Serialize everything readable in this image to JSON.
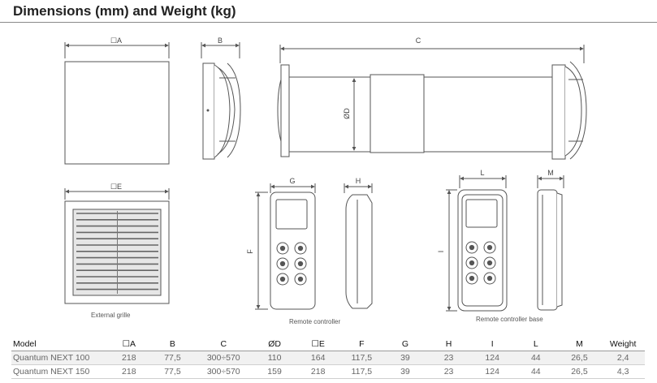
{
  "header": {
    "title": "Dimensions (mm) and Weight (kg)"
  },
  "labels": {
    "dim_a": "☐A",
    "dim_b": "B",
    "dim_c": "C",
    "dim_d": "ØD",
    "dim_e": "☐E",
    "dim_f": "F",
    "dim_g": "G",
    "dim_h": "H",
    "dim_i": "I",
    "dim_l": "L",
    "dim_m": "M"
  },
  "captions": {
    "external_grille": "External grille",
    "remote_controller": "Remote controller",
    "remote_controller_base": "Remote controller base"
  },
  "table": {
    "columns": [
      "Model",
      "☐A",
      "B",
      "C",
      "ØD",
      "☐E",
      "F",
      "G",
      "H",
      "I",
      "L",
      "M",
      "Weight"
    ],
    "rows": [
      [
        "Quantum NEXT 100",
        "218",
        "77,5",
        "300÷570",
        "110",
        "164",
        "117,5",
        "39",
        "23",
        "124",
        "44",
        "26,5",
        "2,4"
      ],
      [
        "Quantum NEXT 150",
        "218",
        "77,5",
        "300÷570",
        "159",
        "218",
        "117,5",
        "39",
        "23",
        "124",
        "44",
        "26,5",
        "4,3"
      ]
    ]
  },
  "colors": {
    "line": "#555555",
    "fill": "#ffffff",
    "grille": "#e6e6e6",
    "header_rule": "#8a8a8a"
  }
}
